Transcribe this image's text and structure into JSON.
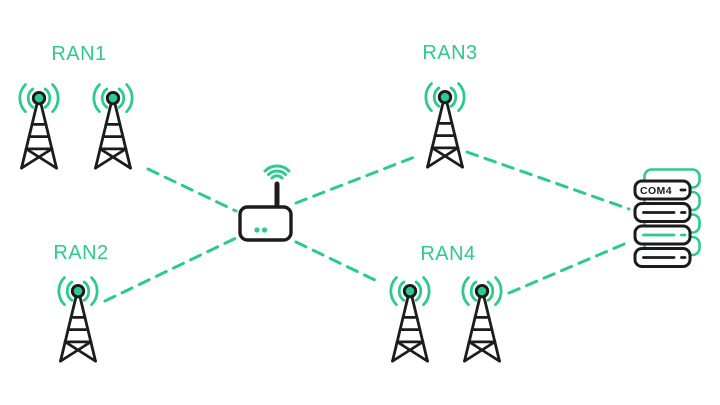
{
  "groups": {
    "ran1": {
      "label": "RAN1",
      "towers": 2
    },
    "ran2": {
      "label": "RAN2",
      "towers": 1
    },
    "ran3": {
      "label": "RAN3",
      "towers": 1
    },
    "ran4": {
      "label": "RAN4",
      "towers": 2
    }
  },
  "router": {
    "type": "wireless-router",
    "leds": 2
  },
  "server": {
    "label": "COM4",
    "units": 4
  },
  "connections": [
    {
      "from": "RAN1",
      "to": "router"
    },
    {
      "from": "RAN2",
      "to": "router"
    },
    {
      "from": "router",
      "to": "RAN3"
    },
    {
      "from": "router",
      "to": "RAN4"
    },
    {
      "from": "RAN3",
      "to": "server"
    },
    {
      "from": "RAN4",
      "to": "server"
    }
  ],
  "colors": {
    "accent_green": "#2dca8d",
    "line_black": "#1c1c1c",
    "background": "#ffffff"
  }
}
